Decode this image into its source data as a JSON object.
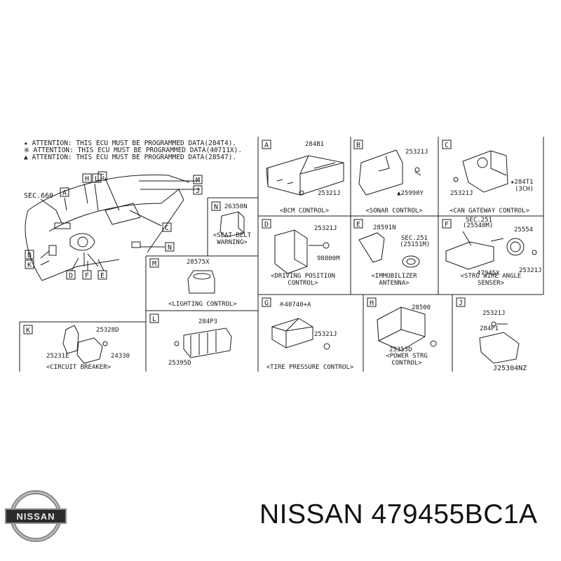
{
  "attention": [
    "★ ATTENTION: THIS ECU MUST BE PROGRAMMED DATA(284T4).",
    "※ ATTENTION: THIS ECU MUST BE PROGRAMMED DATA(40711X).",
    "▲ ATTENTION: THIS ECU MUST BE PROGRAMMED DATA(28547)."
  ],
  "overview": {
    "sec": "SEC.660",
    "callouts": [
      "A",
      "H",
      "L",
      "G",
      "M",
      "J",
      "C",
      "N",
      "B",
      "K",
      "D",
      "F",
      "E"
    ]
  },
  "panels": [
    {
      "letter": "A",
      "title": "<BCM CONTROL>",
      "parts": [
        "284B1",
        "25321J"
      ]
    },
    {
      "letter": "B",
      "title": "<SONAR CONTROL>",
      "parts": [
        "25321J",
        "▲25990Y"
      ]
    },
    {
      "letter": "C",
      "title": "<CAN GATEWAY CONTROL>",
      "parts": [
        "★284T1",
        "(3CH)",
        "25321J"
      ]
    },
    {
      "letter": "N",
      "title": "<SEAT BELT WARNING>",
      "title_lines": [
        "<SEAT BELT",
        "WARNING>"
      ],
      "parts": [
        "26350N"
      ]
    },
    {
      "letter": "D",
      "title": "<DRIVING POSITION CONTROL>",
      "title_lines": [
        "<DRIVING POSITION",
        "CONTROL>"
      ],
      "parts": [
        "25321J",
        "98800M"
      ]
    },
    {
      "letter": "E",
      "title": "<IMMOBILIZER ANTENNA>",
      "title_lines": [
        "<IMMOBILIZER",
        "ANTENNA>"
      ],
      "parts": [
        "28591N",
        "SEC.251",
        "(25151M)"
      ]
    },
    {
      "letter": "F",
      "title": "<STRG WIRE ANGLE SENSER>",
      "title_lines": [
        "<STRG WIRE ANGLE",
        "SENSER>"
      ],
      "parts": [
        "SEC.251",
        "(25540M)",
        "25554",
        "47945X",
        "25321J"
      ]
    },
    {
      "letter": "M",
      "title": "<LIGHTING CONTROL>",
      "parts": [
        "28575X"
      ]
    },
    {
      "letter": "G",
      "title": "<TIRE PRESSURE CONTROL>",
      "parts": [
        "※40740+A",
        "25321J"
      ]
    },
    {
      "letter": "H",
      "title": "<POWER STRG CONTROL>",
      "title_lines": [
        "<POWER STRG",
        "CONTROL>"
      ],
      "parts": [
        "28500",
        "25353D"
      ]
    },
    {
      "letter": "J",
      "title": "",
      "parts": [
        "25321J",
        "284P1"
      ]
    },
    {
      "letter": "K",
      "title": "<CIRCUIT BREAKER>",
      "parts": [
        "25328D",
        "25231E",
        "24330"
      ]
    },
    {
      "letter": "L",
      "title": "",
      "parts": [
        "284P3",
        "25395D"
      ]
    }
  ],
  "diagram_code": "J25304NZ",
  "footer": {
    "brand": "NISSAN 479455BC1A",
    "logo_text": "NISSAN"
  },
  "colors": {
    "ink": "#1a1a1a",
    "logo_metal": "#8a8a8a",
    "logo_dark": "#2b2b2b"
  }
}
